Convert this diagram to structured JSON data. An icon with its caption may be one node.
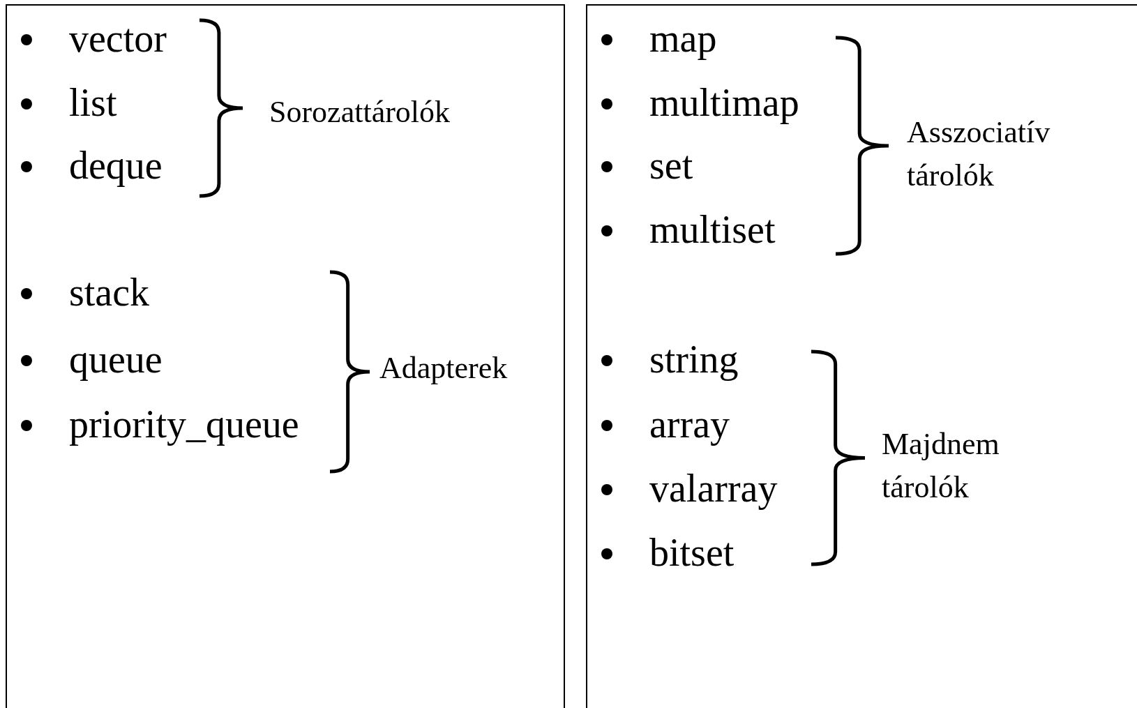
{
  "diagram": {
    "labels": [
      "vector",
      "list",
      "deque",
      "Sorozattárolók",
      "stack",
      "queue",
      "priority_queue",
      "Adapterek",
      "map",
      "multimap",
      "set",
      "multiset",
      "Asszociatív tárolók",
      "string",
      "array",
      "valarray",
      "bitset",
      "Majdnem tárolók"
    ]
  }
}
